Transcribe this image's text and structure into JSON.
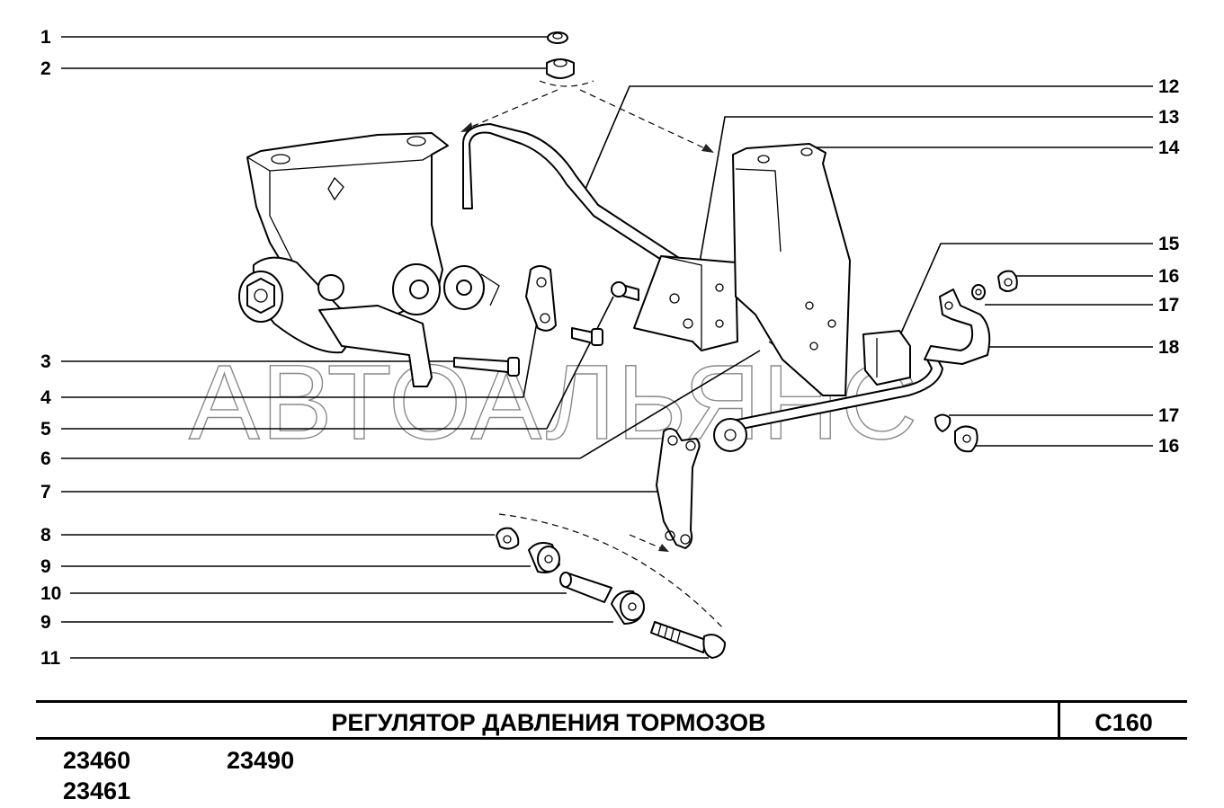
{
  "diagram": {
    "watermark": "АВТОАЛЬЯНС",
    "callouts_left": [
      "1",
      "2",
      "3",
      "4",
      "5",
      "6",
      "7",
      "8",
      "9",
      "10",
      "9",
      "11"
    ],
    "callouts_right": [
      "12",
      "13",
      "14",
      "15",
      "16",
      "17",
      "18",
      "17",
      "16"
    ]
  },
  "footer": {
    "title": "РЕГУЛЯТОР ДАВЛЕНИЯ ТОРМОЗОВ",
    "page_code": "С160",
    "models": [
      "23460",
      "23490",
      "23461"
    ]
  }
}
